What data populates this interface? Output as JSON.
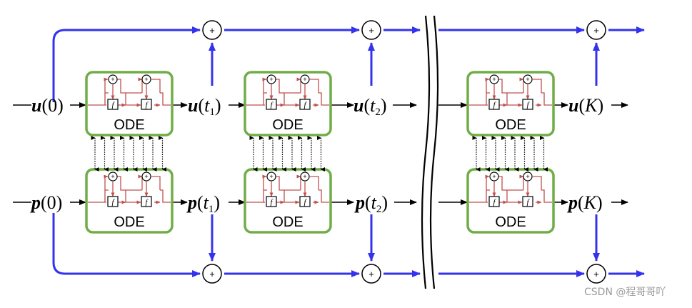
{
  "ode_label": "ODE",
  "f_symbol": "f",
  "plus_symbol": "+",
  "labels": {
    "u0": {
      "var": "u",
      "arg": "0"
    },
    "ut1": {
      "var": "u",
      "arg": "t",
      "sub": "1"
    },
    "ut2": {
      "var": "u",
      "arg": "t",
      "sub": "2"
    },
    "uK": {
      "var": "u",
      "arg": "K"
    },
    "p0": {
      "var": "p",
      "arg": "0"
    },
    "pt1": {
      "var": "p",
      "arg": "t",
      "sub": "1"
    },
    "pt2": {
      "var": "p",
      "arg": "t",
      "sub": "2"
    },
    "pK": {
      "var": "p",
      "arg": "K"
    }
  },
  "watermark": "CSDN @程哥哥吖",
  "colors": {
    "ode_border": "#70ad47",
    "skip_arrow": "#3333ee",
    "inner_arrow": "#c0504d",
    "main_arrow": "#000000"
  }
}
